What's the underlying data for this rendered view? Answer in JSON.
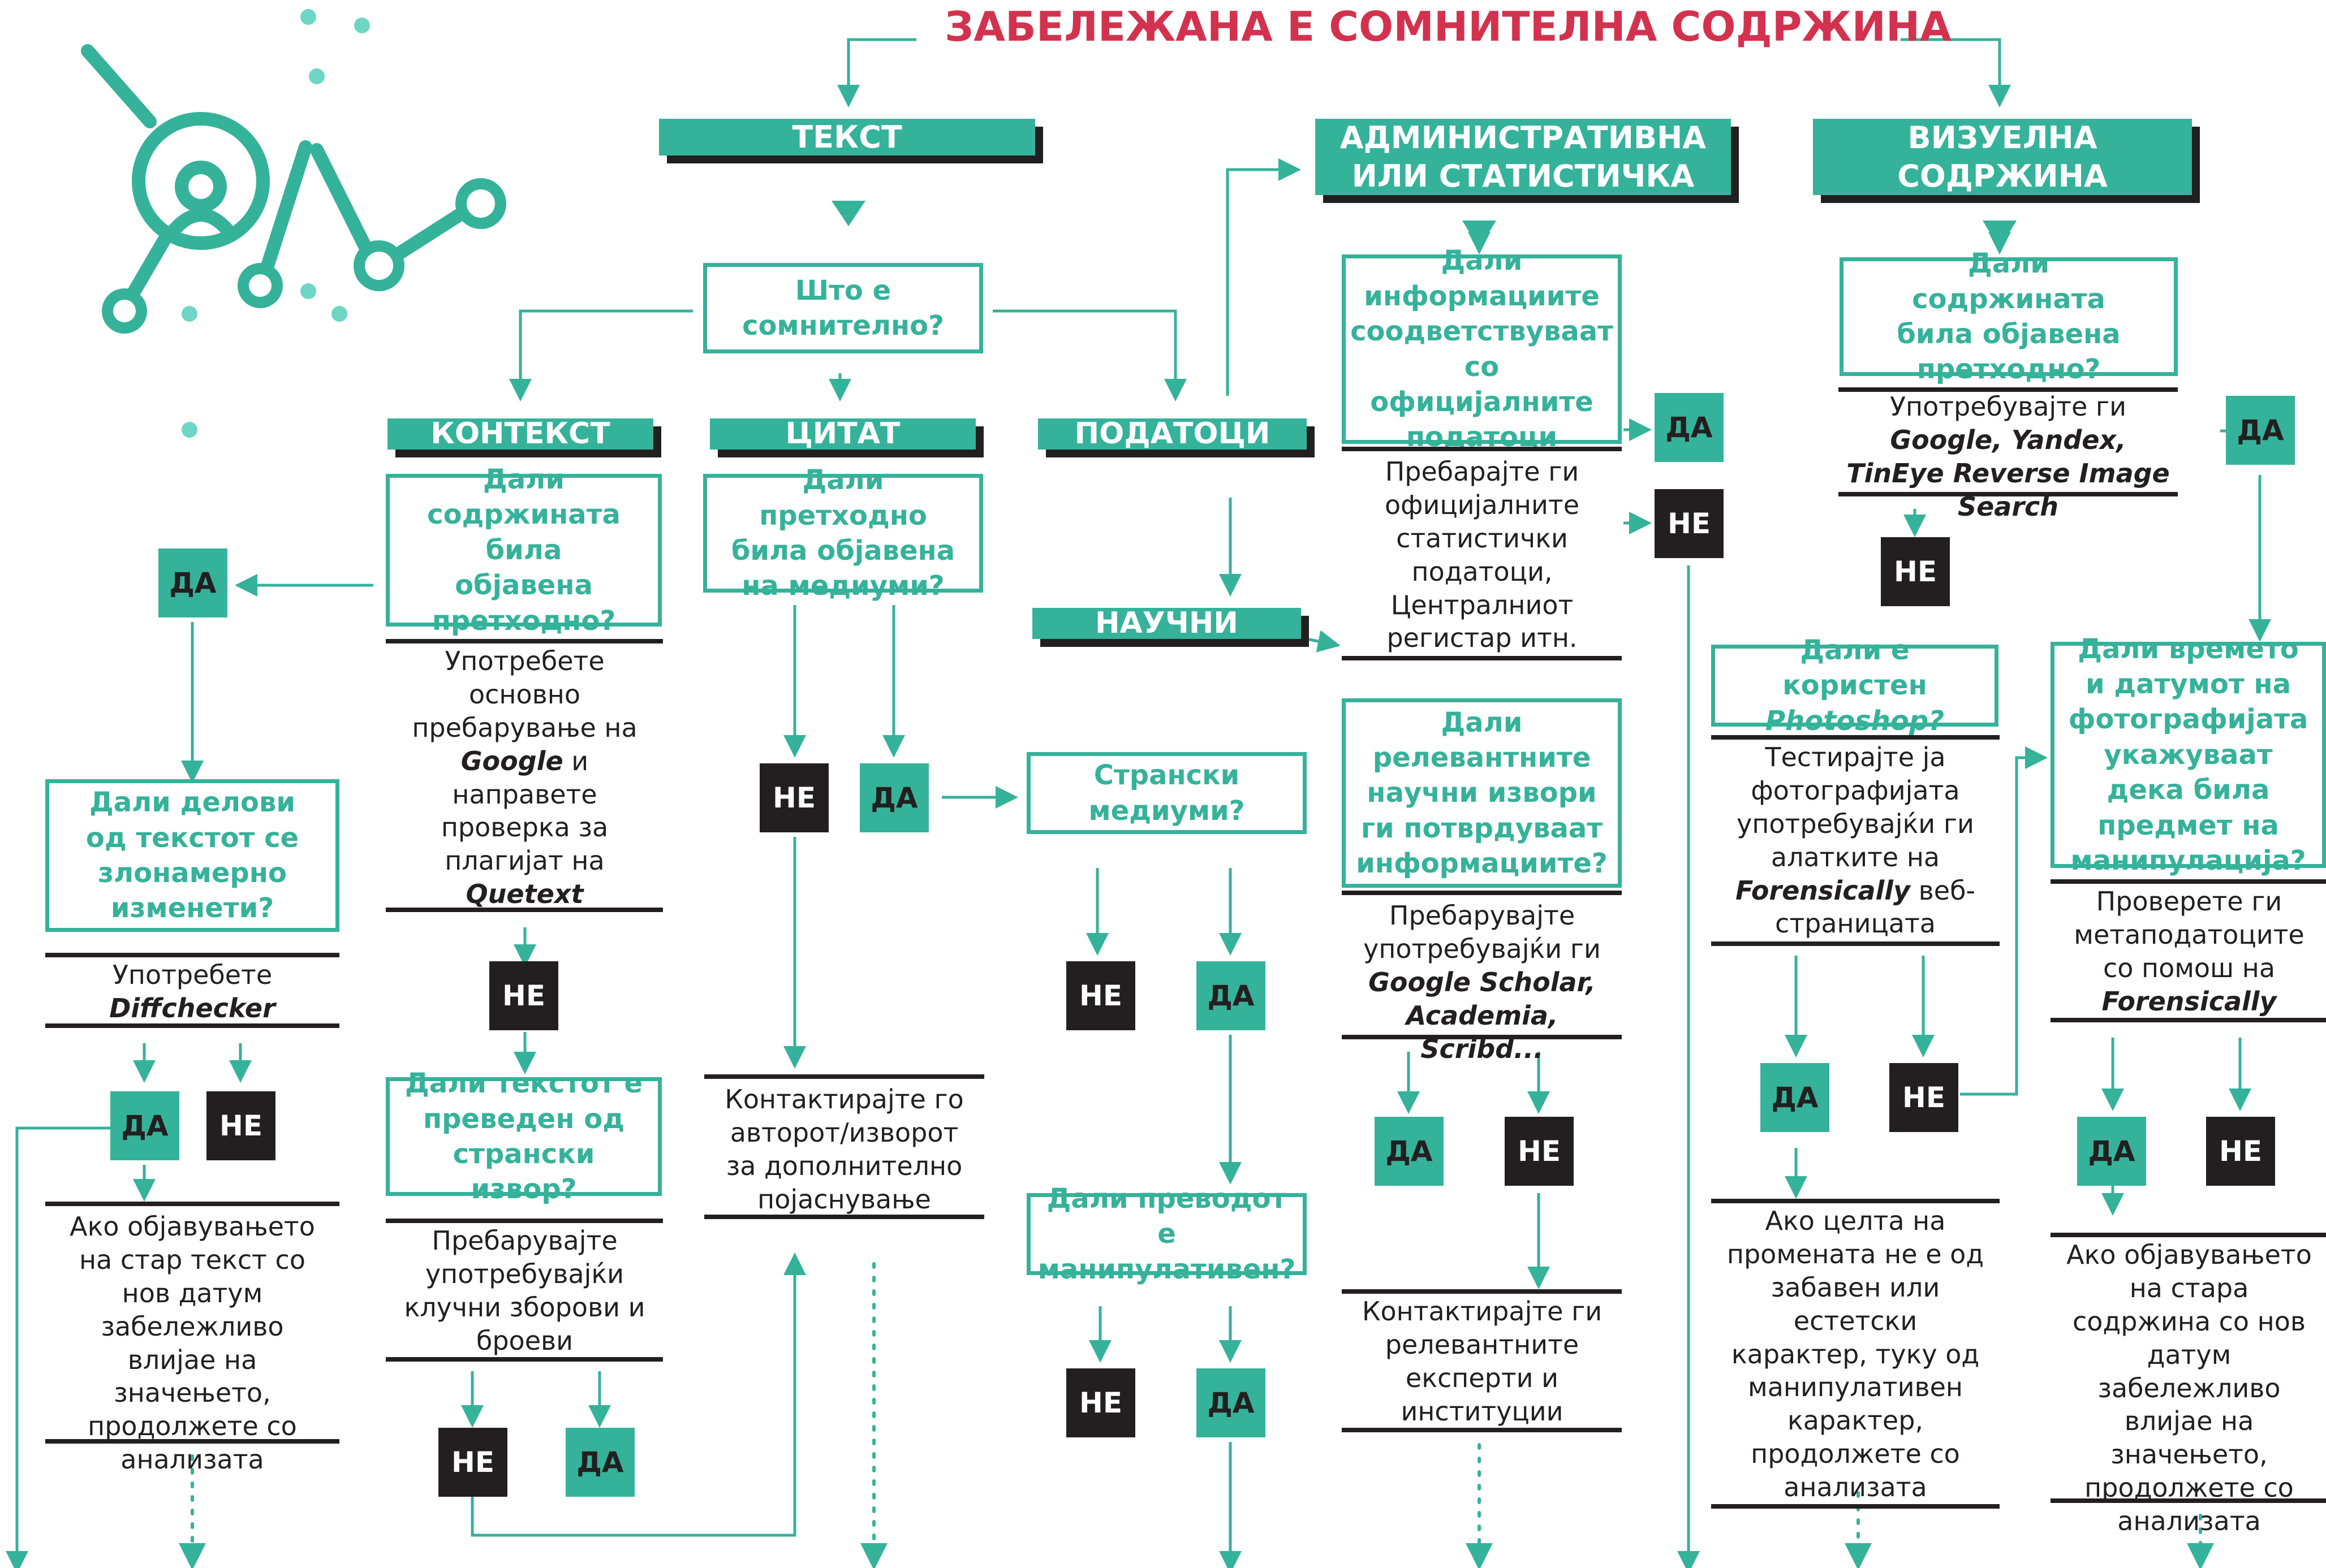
{
  "colors": {
    "accent": "#35b29a",
    "dark": "#231f20",
    "title": "#d3324f"
  },
  "title": "ЗАБЕЛЕЖАНА Е СОМНИТЕЛНА СОДРЖИНА",
  "tags": {
    "yes": "ДА",
    "no": "НЕ"
  },
  "icon": "magnifier-graph-icon",
  "categories": {
    "text": "ТЕКСТ",
    "admin": "АДМИНИСТРАТИВНА ИЛИ СТАТИСТИЧКА",
    "visual": "ВИЗУЕЛНА СОДРЖИНА"
  },
  "text_branch": {
    "question": "Што е сомнително?",
    "context": "КОНТЕКСТ",
    "quote": "ЦИТАТ",
    "data": "ПОДАТОЦИ",
    "scientific": "НАУЧНИ",
    "context_q1": "Дали содржината била објавена претходно?",
    "context_note1": {
      "pre": "Употребете основно пребарување на ",
      "b1": "Google",
      "mid": " и направете проверка за плагијат на ",
      "b2": "Quetext"
    },
    "context_q2": "Дали делови од текстот се злонамерно изменети?",
    "context_note2": {
      "pre": "Употребете ",
      "b1": "Diffchecker"
    },
    "context_note3": "Ако објавувањето на стар текст со нов датум забележливо влијае на значењето, продолжете со анализата",
    "context_q3": "Дали текстот е преведен од странски извор?",
    "context_note4": "Пребарувајте употребувајќи клучни зборови и броеви",
    "quote_q": "Дали претходно била објавена на медиуми?",
    "quote_note": "Контактирајте го авторот/изворот за дополнително појаснување",
    "foreign_q": "Странски медиуми?",
    "translation_q": "Дали преводот е манипулативен?"
  },
  "admin_branch": {
    "q1": "Дали информациите соодветствуваат со официјалните податоци",
    "note1": "Пребарајте ги официјалните статистички податоци, Централниот регистар итн.",
    "q2": "Дали релевантните научни извори ги потврдуваат информациите?",
    "note2": {
      "pre": "Пребарувајте употребувајќи ги ",
      "b1": "Google Scholar, Academia, Scribd..."
    },
    "note3": "Контактирајте ги релевантните експерти и институции"
  },
  "visual_branch": {
    "q1": "Дали содржината била објавена претходно?",
    "note1": {
      "pre": "Употребувајте ги ",
      "b1": "Google, Yandex, TinEye Reverse Image Search"
    },
    "q2": {
      "pre": "Дали е користен ",
      "i": "Photoshop?"
    },
    "note2": {
      "pre": "Тестирајте ја фотографијата употребувајќи ги алатките на ",
      "b1": "Forensically",
      "post": " веб-страницата"
    },
    "note3": "Ако целта на промената не е од забавен или естетски карактер, туку од манипулативен карактер, продолжете со анализата",
    "q3": "Дали времето и датумот на фотографијата укажуваат дека била предмет на манипулација?",
    "note4": {
      "pre": "Проверете ги метаподатоците со помош на ",
      "b1": "Forensically"
    },
    "note5": "Ако објавувањето на стара содржина со нов датум забележливо влијае на значењето, продолжете со анализата"
  }
}
